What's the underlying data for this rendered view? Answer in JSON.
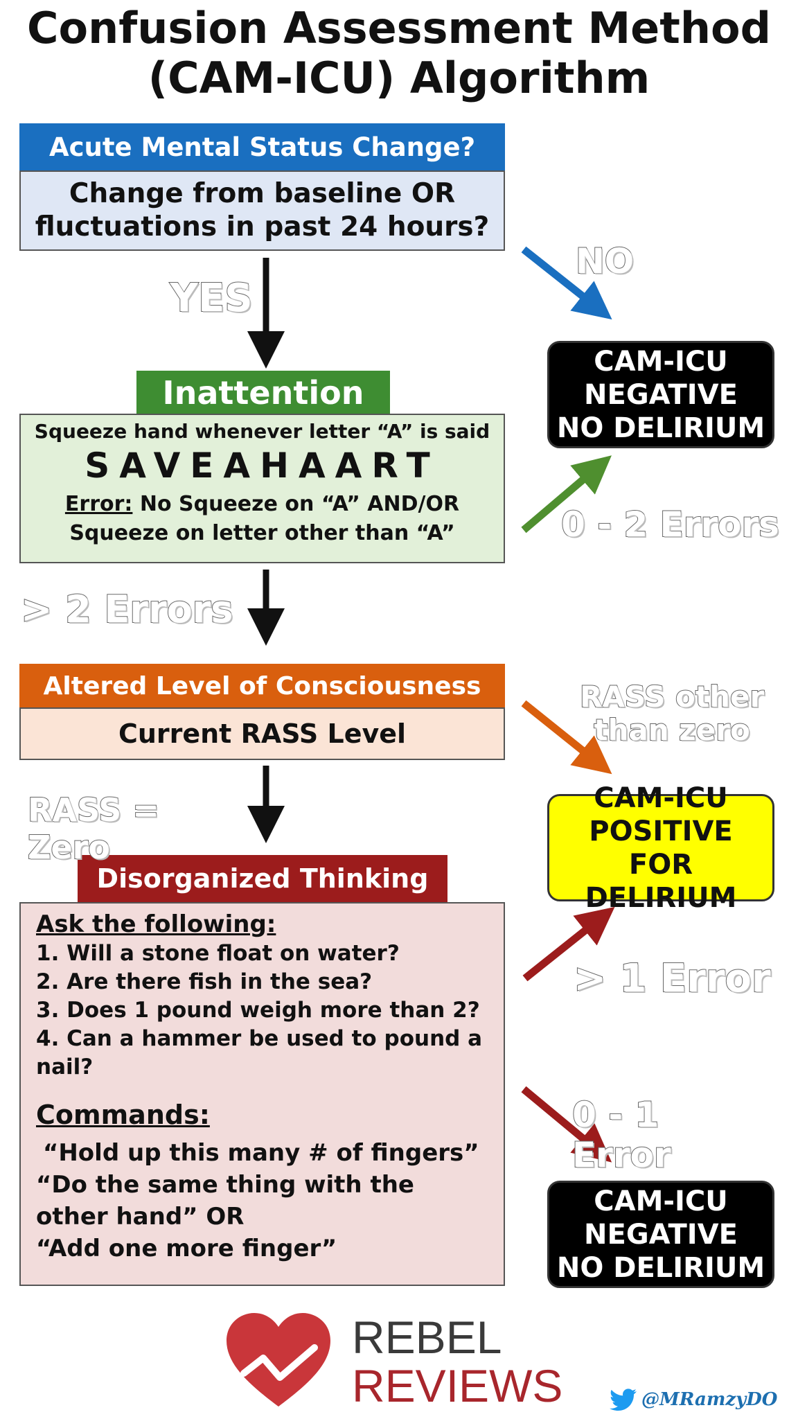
{
  "title": {
    "line1": "Confusion Assessment Method",
    "line2": "(CAM-ICU) Algorithm"
  },
  "step1": {
    "header": "Acute Mental Status Change?",
    "body_line1": "Change from baseline OR",
    "body_line2": "fluctuations in past 24 hours?"
  },
  "step2": {
    "header": "Inattention",
    "instruction": "Squeeze hand whenever letter “A” is said",
    "letters": "SAVEAHAART",
    "error_label": "Error:",
    "error_line1": "No Squeeze on “A” AND/OR",
    "error_line2": "Squeeze on letter other than “A”"
  },
  "step3": {
    "header": "Altered Level of Consciousness",
    "body": "Current RASS Level"
  },
  "step4": {
    "header": "Disorganized Thinking",
    "ask_heading": "Ask the following:",
    "questions": [
      "1. Will a stone float on water?",
      "2. Are there fish in the sea?",
      "3. Does 1 pound weigh more than 2?",
      "4. Can a hammer be used to pound a",
      "nail?"
    ],
    "commands_heading": "Commands:",
    "commands": [
      "“Hold up this many # of fingers”",
      "“Do the same thing with the",
      "other hand” OR",
      "“Add one more finger”"
    ]
  },
  "labels": {
    "yes": "YES",
    "no": "NO",
    "gt2_errors": "> 2 Errors",
    "zero_two_errors": "0 - 2 Errors",
    "rass_other_line1": "RASS other",
    "rass_other_line2": "than zero",
    "rass_zero": "RASS = Zero",
    "gt1_error": "> 1 Error",
    "zero_one_error": "0 - 1 Error"
  },
  "results": {
    "negative_top": [
      "CAM-ICU",
      "NEGATIVE",
      "NO DELIRIUM"
    ],
    "positive": [
      "CAM-ICU",
      "POSITIVE",
      "FOR DELIRIUM"
    ],
    "negative_bottom": [
      "CAM-ICU",
      "NEGATIVE",
      "NO DELIRIUM"
    ]
  },
  "logo": {
    "line1": "REBEL",
    "line2": "REVIEWS"
  },
  "twitter_handle": "@MRamzyDO",
  "colors": {
    "blue": "#1a6fc0",
    "blue_light": "#dfe7f5",
    "green": "#3e8d32",
    "green_light": "#e2f0d9",
    "orange": "#d95f0e",
    "orange_light": "#fbe4d6",
    "red": "#9c1c1c",
    "red_light": "#f2dcdb",
    "yellow": "#ffff00",
    "arrow_green": "#4f8f2f"
  }
}
